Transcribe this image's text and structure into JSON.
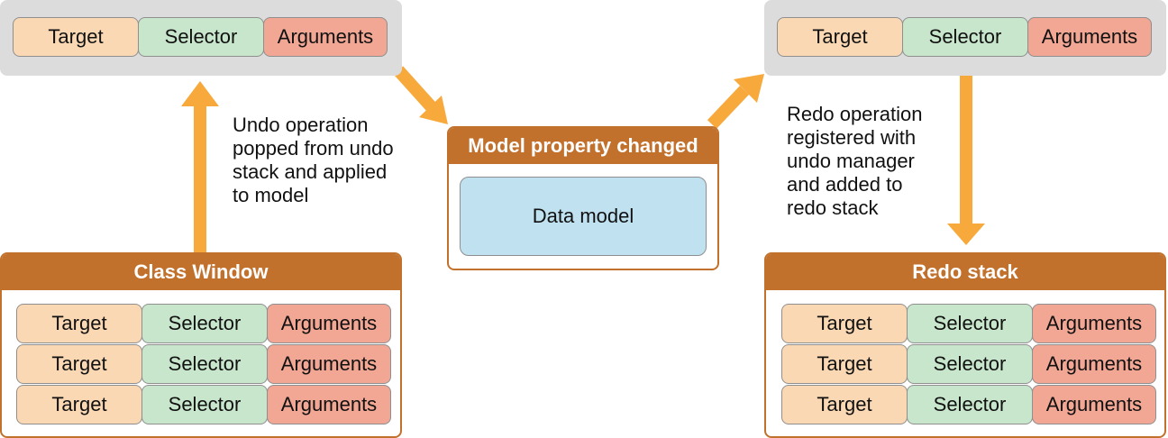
{
  "top_left_record": [
    "Target",
    "Selector",
    "Arguments"
  ],
  "top_right_record": [
    "Target",
    "Selector",
    "Arguments"
  ],
  "undo_note": "Undo operation\npopped from undo\nstack and applied\nto model",
  "redo_note": "Redo operation\nregistered with\nundo manager\nand added to\nredo stack",
  "center_box": {
    "title": "Model property changed",
    "inner": "Data model"
  },
  "left_stack": {
    "title": "Class Window",
    "rows": [
      [
        "Target",
        "Selector",
        "Arguments"
      ],
      [
        "Target",
        "Selector",
        "Arguments"
      ],
      [
        "Target",
        "Selector",
        "Arguments"
      ]
    ]
  },
  "right_stack": {
    "title": "Redo stack",
    "rows": [
      [
        "Target",
        "Selector",
        "Arguments"
      ],
      [
        "Target",
        "Selector",
        "Arguments"
      ],
      [
        "Target",
        "Selector",
        "Arguments"
      ]
    ]
  },
  "colors": {
    "accent": "#c2712d",
    "arrow": "#f7a93b",
    "target": "#fad8b4",
    "selector": "#c8e6cb",
    "arguments": "#f2a694",
    "panel": "#dcdcdc",
    "data_model": "#c0e2f0"
  }
}
